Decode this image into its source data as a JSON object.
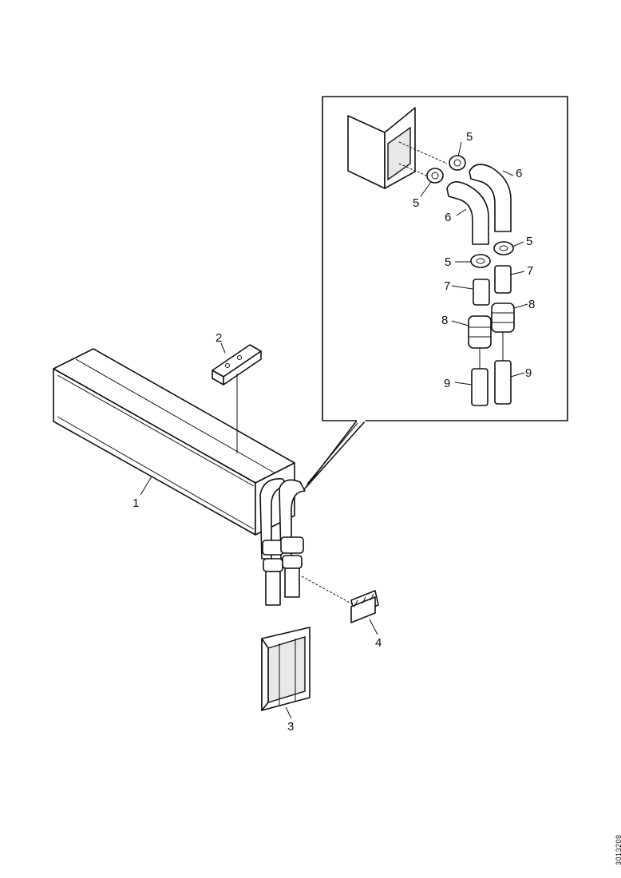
{
  "diagram": {
    "callouts": {
      "part1": "1",
      "part2": "2",
      "part3": "3",
      "part4": "4",
      "detail": [
        "5",
        "5",
        "6",
        "6",
        "5",
        "5",
        "7",
        "7",
        "8",
        "8",
        "9",
        "9"
      ]
    },
    "document_id": "3013208"
  }
}
